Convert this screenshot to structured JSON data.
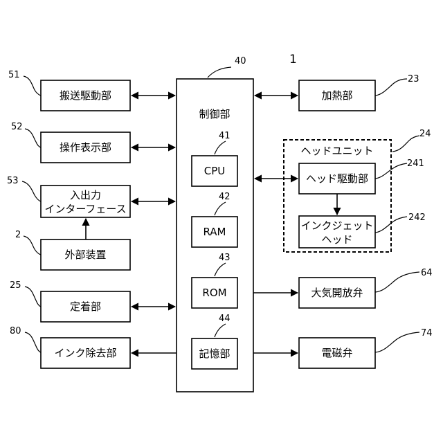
{
  "figure_number": "1",
  "controller": {
    "label": "制御部",
    "ref": "40"
  },
  "inner": {
    "cpu": {
      "label": "CPU",
      "ref": "41"
    },
    "ram": {
      "label": "RAM",
      "ref": "42"
    },
    "rom": {
      "label": "ROM",
      "ref": "43"
    },
    "memory": {
      "label": "記憶部",
      "ref": "44"
    }
  },
  "left": {
    "transport": {
      "label": "搬送駆動部",
      "ref": "51"
    },
    "operation": {
      "label": "操作表示部",
      "ref": "52"
    },
    "io_line1": "入出力",
    "io_line2": "インターフェース",
    "io_ref": "53",
    "external": {
      "label": "外部装置",
      "ref": "2"
    },
    "fixing": {
      "label": "定着部",
      "ref": "25"
    },
    "ink_removal": {
      "label": "インク除去部",
      "ref": "80"
    }
  },
  "right": {
    "heating": {
      "label": "加熱部",
      "ref": "23"
    },
    "head_unit": {
      "label": "ヘッドユニット",
      "ref": "24"
    },
    "head_drive": {
      "label": "ヘッド駆動部",
      "ref": "241"
    },
    "inkjet_line1": "インクジェット",
    "inkjet_line2": "ヘッド",
    "inkjet_ref": "242",
    "air_valve": {
      "label": "大気開放弁",
      "ref": "64"
    },
    "solenoid": {
      "label": "電磁弁",
      "ref": "74"
    }
  }
}
